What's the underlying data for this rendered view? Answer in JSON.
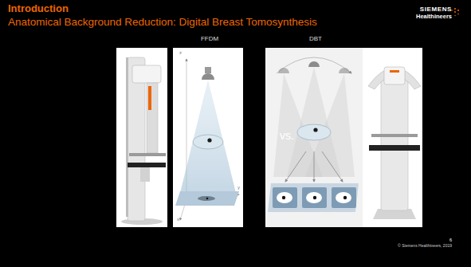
{
  "diagram": {
    "title": "Introduction",
    "nodes": [
      {
        "text": [
          "FFDM"
        ]
      },
      {
        "text": [
          "DBT"
        ]
      }
    ],
    "labels": [
      "Anatomical Background Reduction: Digital Breast Tomosynthesis",
      "SIEMENS",
      "Healthineers",
      "vs.",
      "z",
      "y",
      "x",
      "6",
      "© Siemens Healthineers, 2019"
    ]
  }
}
